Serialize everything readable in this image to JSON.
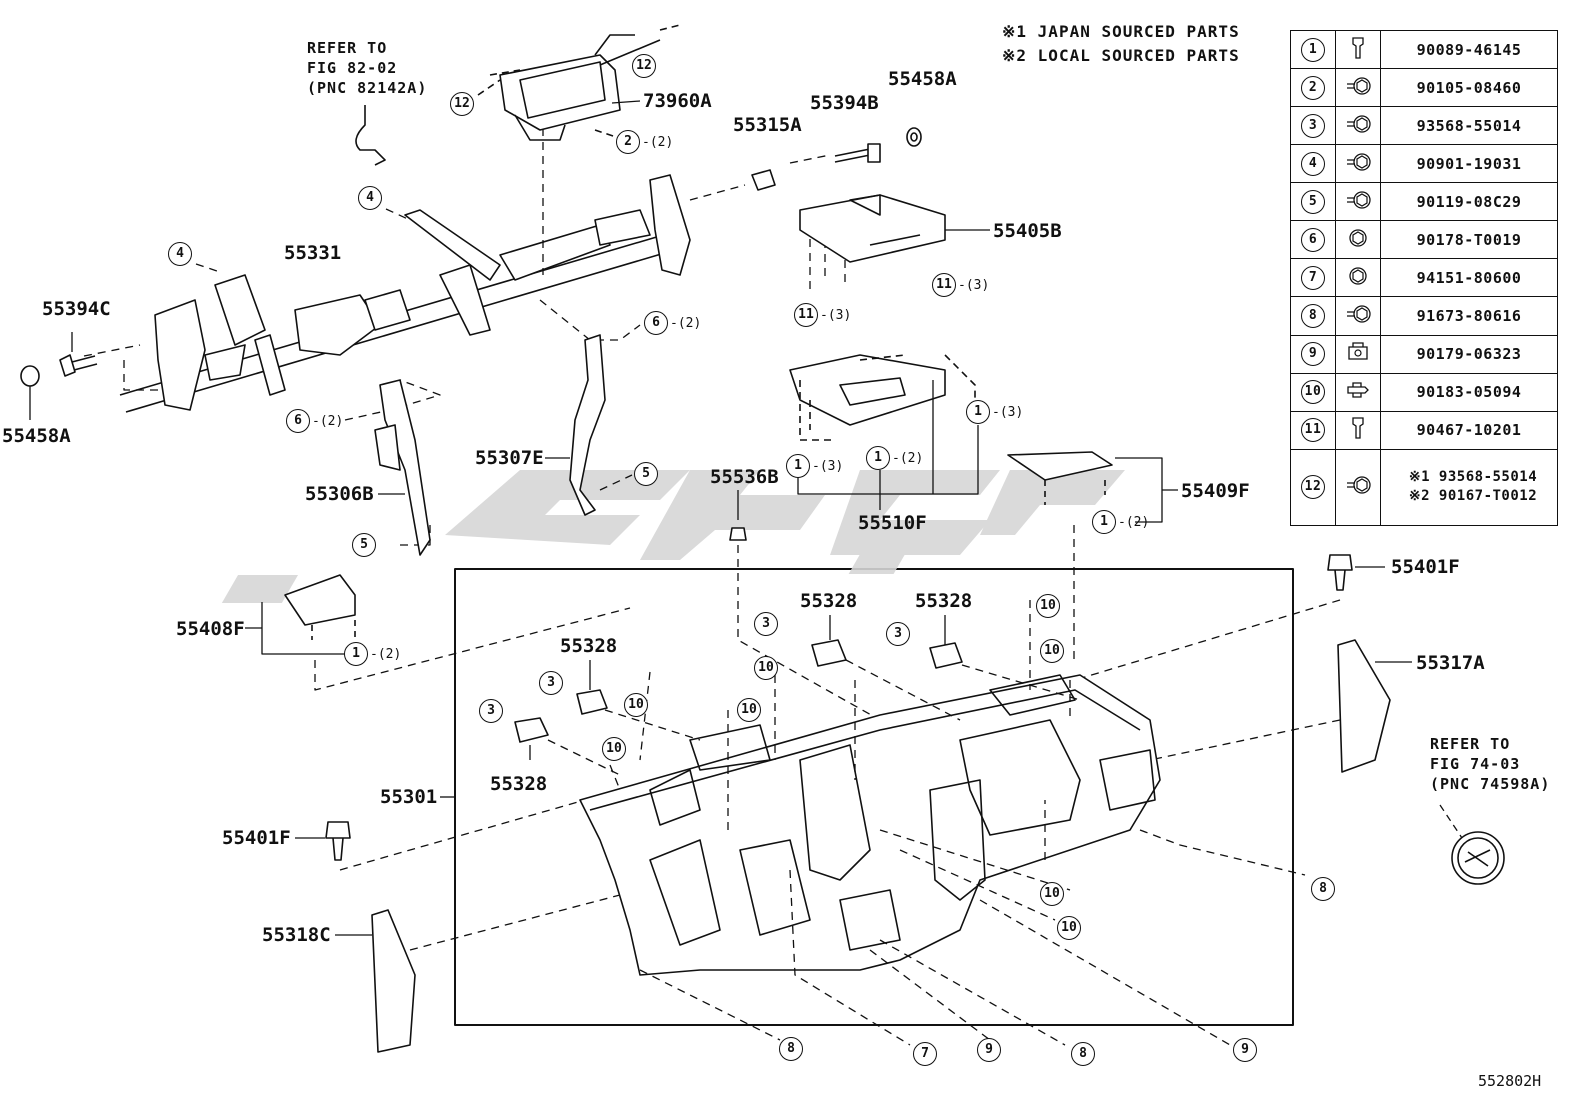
{
  "notes": {
    "line1": "※1 JAPAN SOURCED PARTS",
    "line2": "※2 LOCAL SOURCED PARTS"
  },
  "refer_left": {
    "line1": "REFER TO",
    "line2": "FIG 82-02",
    "line3": "(PNC 82142A)"
  },
  "refer_right": {
    "line1": "REFER TO",
    "line2": "FIG 74-03",
    "line3": "(PNC 74598A)"
  },
  "part_labels": {
    "p55331": "55331",
    "p55394C": "55394C",
    "p55458A_left": "55458A",
    "p73960A": "73960A",
    "p55315A": "55315A",
    "p55394B": "55394B",
    "p55458A_top": "55458A",
    "p55405B": "55405B",
    "p55307E": "55307E",
    "p55306B": "55306B",
    "p55536B": "55536B",
    "p55510F": "55510F",
    "p55409F": "55409F",
    "p55408F": "55408F",
    "p55401F_right": "55401F",
    "p55317A": "55317A",
    "p55328_a": "55328",
    "p55328_b": "55328",
    "p55328_c": "55328",
    "p55328_d": "55328",
    "p55301": "55301",
    "p55401F_left": "55401F",
    "p55318C": "55318C"
  },
  "callouts": [
    {
      "n": "12",
      "q": ""
    },
    {
      "n": "12",
      "q": ""
    },
    {
      "n": "2",
      "q": "-(2)"
    },
    {
      "n": "4",
      "q": ""
    },
    {
      "n": "4",
      "q": ""
    },
    {
      "n": "6",
      "q": "-(2)"
    },
    {
      "n": "6",
      "q": "-(2)"
    },
    {
      "n": "5",
      "q": ""
    },
    {
      "n": "5",
      "q": ""
    },
    {
      "n": "11",
      "q": "-(3)"
    },
    {
      "n": "11",
      "q": "-(3)"
    },
    {
      "n": "1",
      "q": "-(3)"
    },
    {
      "n": "1",
      "q": "-(2)"
    },
    {
      "n": "1",
      "q": "-(3)"
    },
    {
      "n": "1",
      "q": "-(2)"
    },
    {
      "n": "1",
      "q": "-(2)"
    },
    {
      "n": "3",
      "q": ""
    },
    {
      "n": "3",
      "q": ""
    },
    {
      "n": "3",
      "q": ""
    },
    {
      "n": "3",
      "q": ""
    },
    {
      "n": "10",
      "q": ""
    },
    {
      "n": "10",
      "q": ""
    },
    {
      "n": "10",
      "q": ""
    },
    {
      "n": "10",
      "q": ""
    },
    {
      "n": "10",
      "q": ""
    },
    {
      "n": "10",
      "q": ""
    },
    {
      "n": "10",
      "q": ""
    },
    {
      "n": "10",
      "q": ""
    },
    {
      "n": "8",
      "q": ""
    },
    {
      "n": "8",
      "q": ""
    },
    {
      "n": "8",
      "q": ""
    },
    {
      "n": "7",
      "q": ""
    },
    {
      "n": "9",
      "q": ""
    },
    {
      "n": "9",
      "q": ""
    }
  ],
  "legend": [
    {
      "n": "1",
      "icon": "clip-icon",
      "pn": "90089-46145"
    },
    {
      "n": "2",
      "icon": "bolt-washer-icon",
      "pn": "90105-08460"
    },
    {
      "n": "3",
      "icon": "bolt-washer-icon",
      "pn": "93568-55014"
    },
    {
      "n": "4",
      "icon": "bolt-washer-icon",
      "pn": "90901-19031"
    },
    {
      "n": "5",
      "icon": "bolt-washer-icon",
      "pn": "90119-08C29"
    },
    {
      "n": "6",
      "icon": "nut-icon",
      "pn": "90178-T0019"
    },
    {
      "n": "7",
      "icon": "nut-icon",
      "pn": "94151-80600"
    },
    {
      "n": "8",
      "icon": "bolt-washer-icon",
      "pn": "91673-80616"
    },
    {
      "n": "9",
      "icon": "spring-nut-icon",
      "pn": "90179-06323"
    },
    {
      "n": "10",
      "icon": "spring-clip-icon",
      "pn": "90183-05094"
    },
    {
      "n": "11",
      "icon": "clip-icon",
      "pn": "90467-10201"
    },
    {
      "n": "12",
      "icon": "bolt-washer-icon",
      "pn1": "※1 93568-55014",
      "pn2": "※2 90167-T0012"
    }
  ],
  "figure_number": "552802H"
}
